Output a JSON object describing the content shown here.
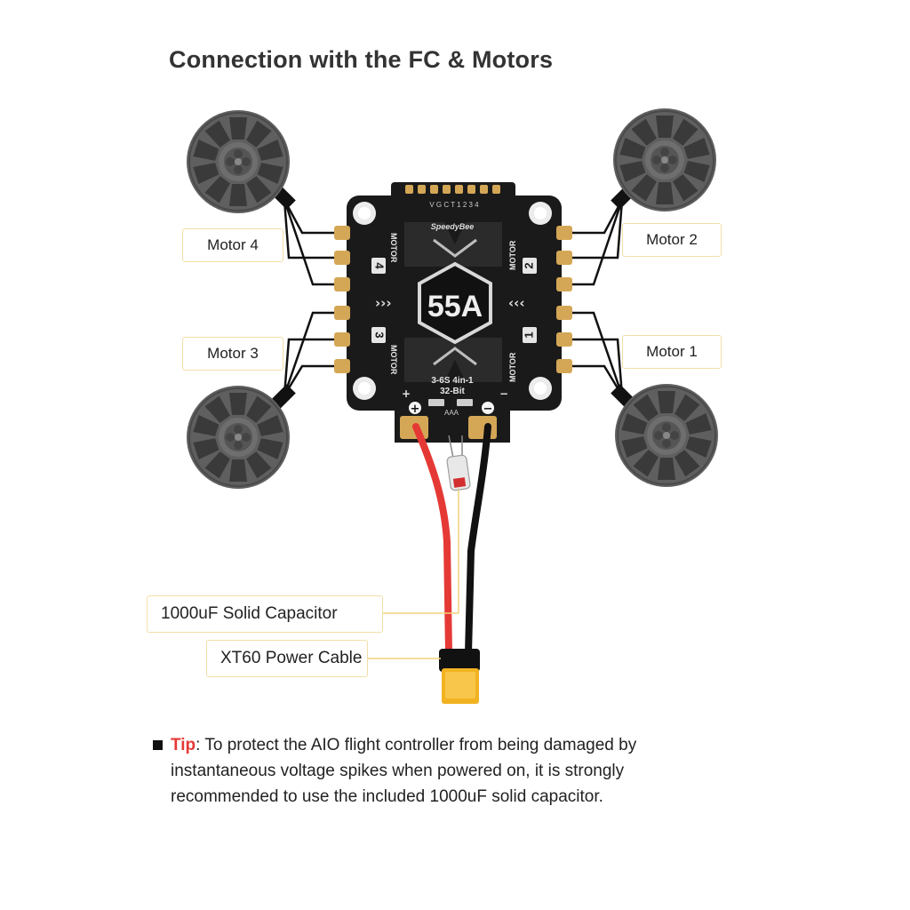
{
  "title": "Connection with the FC & Motors",
  "board": {
    "brand": "SpeedyBee",
    "rating": "55A",
    "spec_line1": "3-6S 4in-1",
    "spec_line2": "32-Bit",
    "pin_labels": "V G C T 1 2 3 4",
    "motor_word": "MOTOR",
    "motor_numbers": [
      "1",
      "2",
      "3",
      "4"
    ],
    "plus_symbol": "+",
    "minus_symbol": "−",
    "bottom_marking": "AAA"
  },
  "labels": {
    "motor1": "Motor 1",
    "motor2": "Motor 2",
    "motor3": "Motor 3",
    "motor4": "Motor 4",
    "capacitor": "1000uF Solid Capacitor",
    "power_cable": "XT60 Power Cable"
  },
  "tip": {
    "label": "Tip",
    "text": ": To protect the AIO flight controller from being damaged by instantaneous voltage spikes when powered on, it is strongly recommended to use the included 1000uF solid capacitor."
  },
  "colors": {
    "board": "#1a1a1a",
    "pad_gold": "#d4a756",
    "red_wire": "#e53935",
    "black_wire": "#111111",
    "motor_gray": "#5f5f5f",
    "xt60_yellow": "#f2b322",
    "callout_border": "#f2dfa8",
    "tip_red": "#e53935"
  }
}
